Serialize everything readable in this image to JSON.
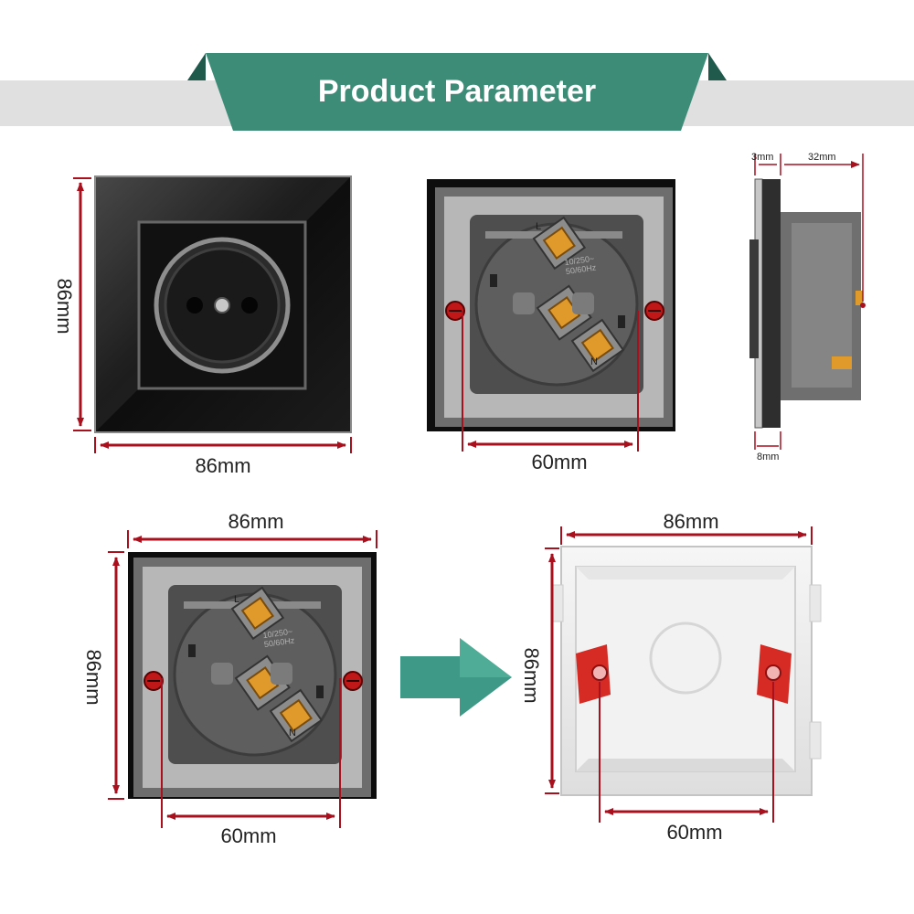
{
  "banner": {
    "title": "Product Parameter"
  },
  "colors": {
    "banner_teal": "#3d8c78",
    "banner_dark": "#1f5a4c",
    "band_gray": "#e0e0e0",
    "dimension_red": "#a8101e",
    "arrow_teal": "#3e9a86"
  },
  "front_view": {
    "width_label": "86mm",
    "height_label": "86mm"
  },
  "back_view": {
    "screw_spacing_label": "60mm",
    "rating_label": "10/250~ 50/60Hz",
    "terminal_l": "L",
    "terminal_n": "N"
  },
  "side_view": {
    "plate_thickness_label": "3mm",
    "depth_label": "32mm",
    "bottom_label": "8mm"
  },
  "mount_view": {
    "width_label": "86mm",
    "height_label": "86mm",
    "screw_spacing_label": "60mm"
  },
  "back_box": {
    "width_label": "86mm",
    "height_label": "86mm",
    "screw_spacing_label": "60mm"
  },
  "icons": {
    "arrow": "arrow-right-icon"
  }
}
